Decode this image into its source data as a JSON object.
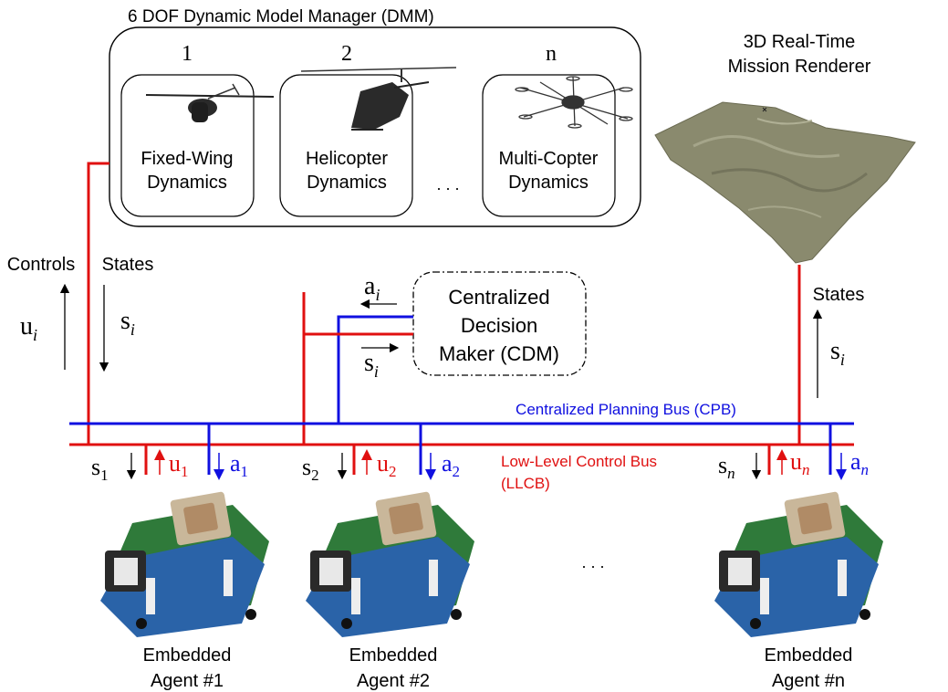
{
  "dmm": {
    "title": "6 DOF Dynamic Model Manager  (DMM)",
    "models": [
      {
        "index": "1",
        "label_line1": "Fixed-Wing",
        "label_line2": "Dynamics"
      },
      {
        "index": "2",
        "label_line1": "Helicopter",
        "label_line2": "Dynamics"
      },
      {
        "index": "n",
        "label_line1": "Multi-Copter",
        "label_line2": "Dynamics"
      }
    ],
    "ellipsis": ". . ."
  },
  "renderer": {
    "line1": "3D Real-Time",
    "line2": "Mission Renderer"
  },
  "left_io": {
    "controls_label": "Controls",
    "states_label": "States",
    "u_base": "u",
    "u_sub": "i",
    "s_base": "s",
    "s_sub": "i"
  },
  "right_io": {
    "states_label": "States",
    "s_base": "s",
    "s_sub": "i"
  },
  "cdm": {
    "line1": "Centralized",
    "line2": "Decision",
    "line3": "Maker (CDM)",
    "a_base": "a",
    "a_sub": "i",
    "s_base": "s",
    "s_sub": "i"
  },
  "buses": {
    "cpb_label": "Centralized Planning Bus (CPB)",
    "llcb_line1": "Low-Level Control Bus",
    "llcb_line2": "(LLCB)"
  },
  "agents": [
    {
      "s_base": "s",
      "s_sub": "1",
      "u_base": "u",
      "u_sub": "1",
      "a_base": "a",
      "a_sub": "1",
      "label_line1": "Embedded",
      "label_line2": "Agent #1"
    },
    {
      "s_base": "s",
      "s_sub": "2",
      "u_base": "u",
      "u_sub": "2",
      "a_base": "a",
      "a_sub": "2",
      "label_line1": "Embedded",
      "label_line2": "Agent #2"
    },
    {
      "s_base": "s",
      "s_sub": "n",
      "u_base": "u",
      "u_sub": "n",
      "a_base": "a",
      "a_sub": "n",
      "label_line1": "Embedded",
      "label_line2": "Agent #n"
    }
  ],
  "agents_ellipsis": ". . .",
  "colors": {
    "cpb": "#1010e0",
    "llcb": "#e01010",
    "text": "#000000",
    "terrain": "#8a8a6e",
    "board_blue": "#2a63a8",
    "board_green": "#2f7a3a"
  },
  "icons": [
    "fixed-wing-icon",
    "helicopter-icon",
    "multicopter-icon",
    "terrain-render-image",
    "embedded-board-image"
  ]
}
